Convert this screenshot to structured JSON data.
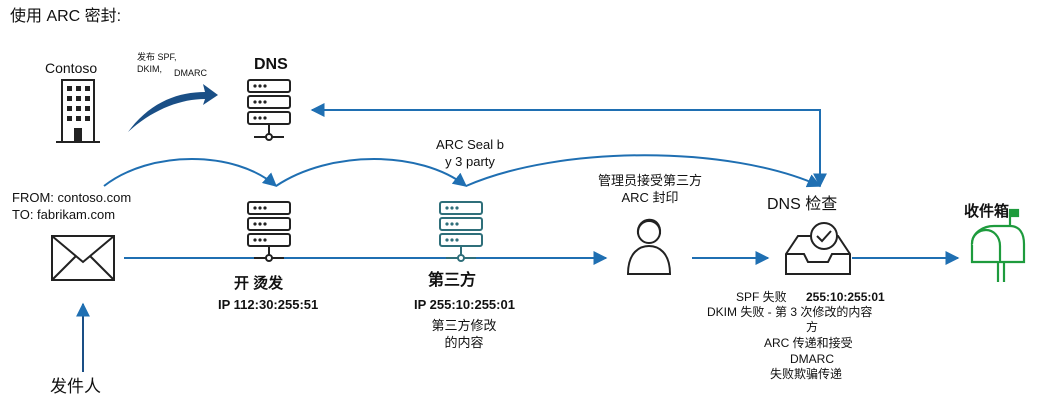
{
  "title": "使用 ARC 密封:",
  "contoso": {
    "label": "Contoso",
    "publish_line1": "发布 SPF,",
    "publish_line2": "DKIM,",
    "publish_line3": "DMARC"
  },
  "dns_label": "DNS",
  "sender": {
    "from": "FROM: contoso.com",
    "to": "TO: fabrikam.com",
    "label": "发件人"
  },
  "relay": {
    "name": "开 烫发",
    "ip": "IP 112:30:255:51"
  },
  "arc_seal": {
    "line1": "ARC Seal b",
    "line2": "y 3 party"
  },
  "third_party": {
    "name": "第三方",
    "ip": "IP 255:10:255:01",
    "note1": "第三方修改",
    "note2": "的内容"
  },
  "admin": {
    "line1": "管理员接受第三方",
    "line2": "ARC 封印"
  },
  "dns_check": {
    "label": "DNS 检查",
    "spf": "SPF 失败",
    "ip": "255:10:255:01",
    "dkim": "DKIM 失败 - 第 3 次修改的内容",
    "dkim_cont": "方",
    "arc": "ARC 传递和接受",
    "dmarc": "DMARC",
    "dmarc_result": "失败欺骗传递"
  },
  "inbox_label": "收件箱",
  "colors": {
    "arrow_blue": "#1f6fb2",
    "arrow_dark": "#1a4f86",
    "server_teal": "#2f6f7a",
    "mailbox_green": "#1e9b3d"
  }
}
